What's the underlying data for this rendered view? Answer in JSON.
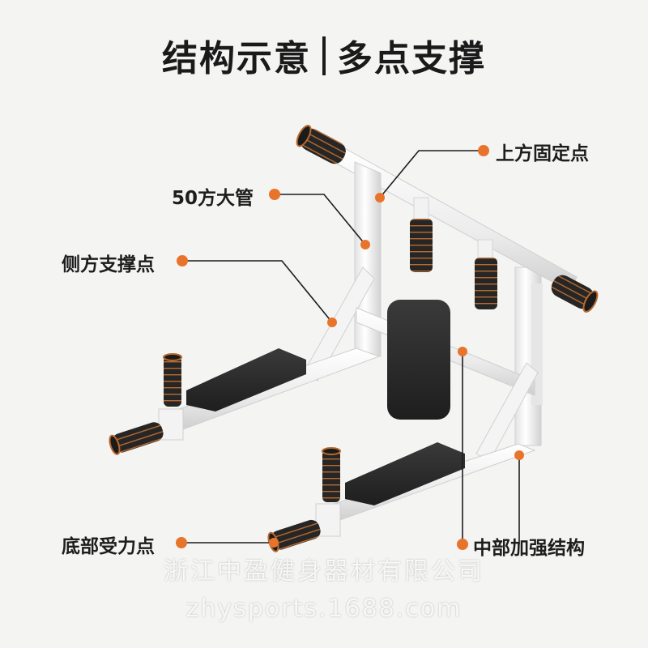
{
  "title": {
    "left": "结构示意",
    "right": "多点支撑"
  },
  "labels": {
    "top_fixed_point": "上方固定点",
    "tube_50": "50方大管",
    "side_support_point": "侧方支撑点",
    "bottom_force_point": "底部受力点",
    "middle_reinforcement": "中部加强结构"
  },
  "watermark": {
    "company": "浙江中盈健身器材有限公司",
    "site": "zhysports.1688.com"
  },
  "colors": {
    "accent": "#e8742c",
    "frame": "#f7f7f7",
    "pad": "#2b2b2b",
    "grip": "#2a2a2a",
    "text": "#1d1d1d"
  }
}
